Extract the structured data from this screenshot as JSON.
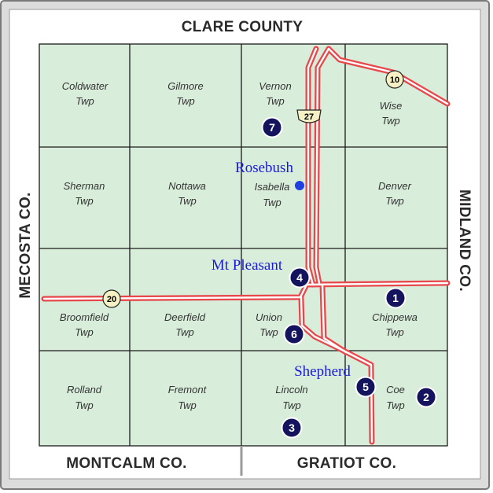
{
  "counties": {
    "north": "CLARE COUNTY",
    "west": "MECOSTA CO.",
    "east": "MIDLAND CO.",
    "south_west": "MONTCALM CO.",
    "south_east": "GRATIOT CO."
  },
  "townships": [
    {
      "id": "coldwater",
      "line1": "Coldwater",
      "line2": "Twp"
    },
    {
      "id": "gilmore",
      "line1": "Gilmore",
      "line2": "Twp"
    },
    {
      "id": "vernon",
      "line1": "Vernon",
      "line2": "Twp"
    },
    {
      "id": "wise",
      "line1": "Wise",
      "line2": "Twp"
    },
    {
      "id": "sherman",
      "line1": "Sherman",
      "line2": "Twp"
    },
    {
      "id": "nottawa",
      "line1": "Nottawa",
      "line2": "Twp"
    },
    {
      "id": "isabella",
      "line1": "Isabella",
      "line2": "Twp"
    },
    {
      "id": "denver",
      "line1": "Denver",
      "line2": "Twp"
    },
    {
      "id": "broomfield",
      "line1": "Broomfield",
      "line2": "Twp"
    },
    {
      "id": "deerfield",
      "line1": "Deerfield",
      "line2": "Twp"
    },
    {
      "id": "union",
      "line1": "Union",
      "line2": "Twp"
    },
    {
      "id": "chippewa",
      "line1": "Chippewa",
      "line2": "Twp"
    },
    {
      "id": "rolland",
      "line1": "Rolland",
      "line2": "Twp"
    },
    {
      "id": "fremont",
      "line1": "Fremont",
      "line2": "Twp"
    },
    {
      "id": "lincoln",
      "line1": "Lincoln",
      "line2": "Twp"
    },
    {
      "id": "coe",
      "line1": "Coe",
      "line2": "Twp"
    }
  ],
  "cities": {
    "rosebush": "Rosebush",
    "mt_pleasant": "Mt Pleasant",
    "shepherd": "Shepherd"
  },
  "highways": {
    "us27": "27",
    "m10": "10",
    "m20": "20"
  },
  "markers": [
    "1",
    "2",
    "3",
    "4",
    "5",
    "6",
    "7"
  ],
  "colors": {
    "land": "#d8eedb",
    "road": "#e8474c",
    "marker": "#14145e",
    "city_text": "#1a1ad6",
    "city_dot": "#1f3fe0",
    "shield": "#f6f1c4"
  }
}
